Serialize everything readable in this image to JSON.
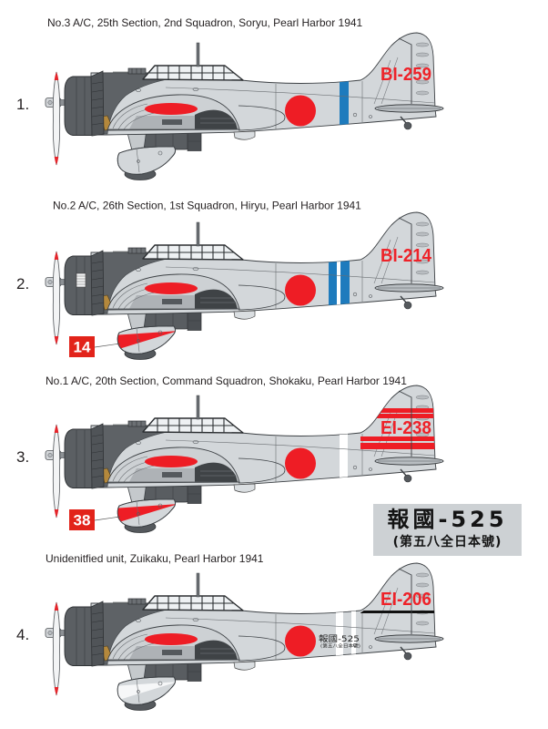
{
  "planes": [
    {
      "number": "1.",
      "caption": "No.3 A/C, 25th Section, 2nd Squadron, Soryu, Pearl Harbor 1941",
      "markings": {
        "tail_code": "BI-259",
        "tail_code_color": "#ee2229",
        "hinomaru_color": "#ee1d25",
        "fuselage_bands": [
          {
            "color": "#1e7bbd"
          }
        ],
        "tail_bands": null,
        "spat_band_color": null,
        "side_number": null,
        "hokoku": null,
        "cowling_vent": false
      }
    },
    {
      "number": "2.",
      "caption": "No.2 A/C, 26th Section, 1st Squadron, Hiryu, Pearl Harbor 1941",
      "markings": {
        "tail_code": "BI-214",
        "tail_code_color": "#ee2229",
        "hinomaru_color": "#ee1d25",
        "fuselage_bands": [
          {
            "color": "#1e7bbd"
          },
          {
            "color": "#ffffff"
          },
          {
            "color": "#1e7bbd"
          }
        ],
        "tail_bands": null,
        "spat_band_color": "#ee1d25",
        "side_number": "14",
        "hokoku": null,
        "cowling_vent": true
      }
    },
    {
      "number": "3.",
      "caption": "No.1 A/C, 20th Section, Command Squadron, Shokaku, Pearl Harbor 1941",
      "markings": {
        "tail_code": "EI-238",
        "tail_code_color": "#ee2229",
        "hinomaru_color": "#ee1d25",
        "fuselage_bands": [
          {
            "color": "#ffffff"
          }
        ],
        "tail_bands": {
          "color": "#ee1d25",
          "above_code": 2,
          "below_code": 2
        },
        "spat_band_color": "#ee1d25",
        "side_number": "38",
        "hokoku": null,
        "cowling_vent": false
      }
    },
    {
      "number": "4.",
      "caption": "Unidenitfied unit, Zuikaku, Pearl Harbor 1941",
      "markings": {
        "tail_code": "EI-206",
        "tail_code_color": "#ee2229",
        "hinomaru_color": "#ee1d25",
        "fuselage_bands": [
          {
            "color": "#ffffff"
          },
          {
            "color": "#ffffff"
          }
        ],
        "tail_bands": {
          "color": "#111111",
          "above_code": 0,
          "below_code": 1
        },
        "spat_band_color": "#f6f7f8",
        "side_number": null,
        "hokoku": {
          "line1": "報國-525",
          "line2": "(第五八全日本號)"
        },
        "cowling_vent": false
      }
    }
  ],
  "hokoku_detail": {
    "line1": "報國-525",
    "line2": "(第五八全日本號)"
  }
}
